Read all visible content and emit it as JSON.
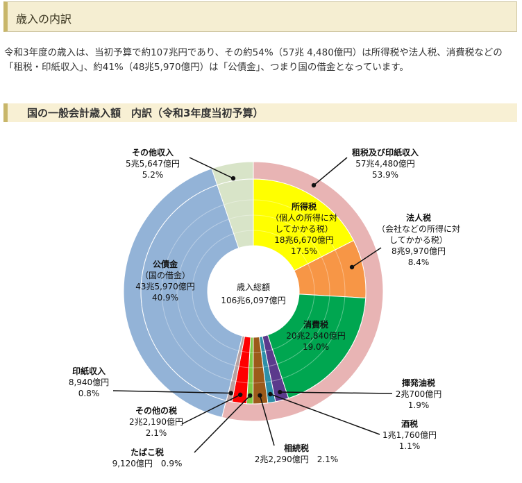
{
  "header": {
    "title": "歳入の内訳"
  },
  "intro": {
    "text": "令和3年度の歳入は、当初予算で約107兆円であり、その約54%（57兆 4,480億円）は所得税や法人税、消費税などの「租税・印紙収入」、約41%（48兆5,970億円）は「公債金」、つまり国の借金となっています。"
  },
  "subheading": "国の一般会計歳入額　内訳（令和3年度当初予算）",
  "chart_data": {
    "type": "pie",
    "center": {
      "line1": "歳入総額",
      "line2": "106兆6,097億円"
    },
    "outer_ring": [
      {
        "name": "租税及び印紙収入",
        "value": 53.9,
        "amount": "57兆4,480億円",
        "percent": "53.9%",
        "color": "#e8b4b4"
      },
      {
        "name": "公債金",
        "value": 40.9,
        "amount": "43兆5,970億円",
        "percent": "40.9%",
        "color": "#93b3d7"
      },
      {
        "name": "その他収入",
        "value": 5.2,
        "amount": "5兆5,647億円",
        "percent": "5.2%",
        "color": "#d8e4c8"
      }
    ],
    "inner_slices": [
      {
        "name": "所得税",
        "note": "（個人の所得に対してかかる税）",
        "value": 17.5,
        "amount": "18兆6,670億円",
        "percent": "17.5%",
        "color": "#ffff00"
      },
      {
        "name": "法人税",
        "note": "（会社などの所得に対してかかる税）",
        "value": 8.4,
        "amount": "8兆9,970億円",
        "percent": "8.4%",
        "color": "#f79646"
      },
      {
        "name": "消費税",
        "value": 19.0,
        "amount": "20兆2,840億円",
        "percent": "19.0%",
        "color": "#00a650"
      },
      {
        "name": "揮発油税",
        "value": 1.9,
        "amount": "2兆700億円",
        "percent": "1.9%",
        "color": "#5b3a8c"
      },
      {
        "name": "酒税",
        "value": 1.1,
        "amount": "1兆1,760億円",
        "percent": "1.1%",
        "color": "#2e8fa8"
      },
      {
        "name": "相続税",
        "value": 2.1,
        "amount": "2兆2,290億円",
        "percent": "2.1%",
        "color": "#9c5a1a"
      },
      {
        "name": "たばこ税",
        "value": 0.9,
        "amount": "9,120億円",
        "percent": "0.9%",
        "color": "#7ac943"
      },
      {
        "name": "その他の税",
        "value": 2.1,
        "amount": "2兆2,190億円",
        "percent": "2.1%",
        "color": "#ff0000"
      },
      {
        "name": "印紙収入",
        "value": 0.8,
        "amount": "8,940億円",
        "percent": "0.8%",
        "color": "#b8a0a0"
      },
      {
        "name": "公債金",
        "note": "（国の借金）",
        "value": 40.9,
        "amount": "43兆5,970億円",
        "percent": "40.9%",
        "color": "#93b3d7"
      },
      {
        "name": "その他収入",
        "value": 5.2,
        "amount": "5兆5,647億円",
        "percent": "5.2%",
        "color": "#d8e4c8"
      }
    ]
  }
}
